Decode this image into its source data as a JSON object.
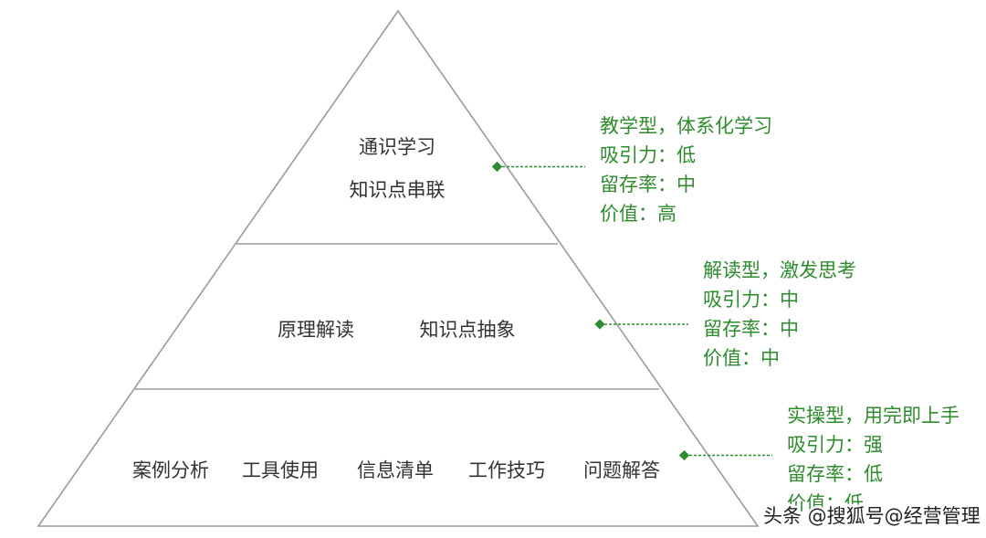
{
  "colors": {
    "outline": "#9a9a9a",
    "label_text": "#333333",
    "accent_green": "#2e8b2e"
  },
  "layers": [
    {
      "name": "top",
      "labels": [
        "通识学习",
        "知识点串联"
      ],
      "annotation": [
        "教学型，体系化学习",
        "吸引力：低",
        "留存率：中",
        "价值：高"
      ]
    },
    {
      "name": "middle",
      "labels": [
        "原理解读",
        "知识点抽象"
      ],
      "annotation": [
        "解读型，激发思考",
        "吸引力：中",
        "留存率：中",
        "价值：中"
      ]
    },
    {
      "name": "bottom",
      "labels": [
        "案例分析",
        "工具使用",
        "信息清单",
        "工作技巧",
        "问题解答"
      ],
      "annotation": [
        "实操型，用完即上手",
        "吸引力：强",
        "留存率：低",
        "价值：低"
      ]
    }
  ],
  "watermark": "头条 @搜狐号@经营管理"
}
